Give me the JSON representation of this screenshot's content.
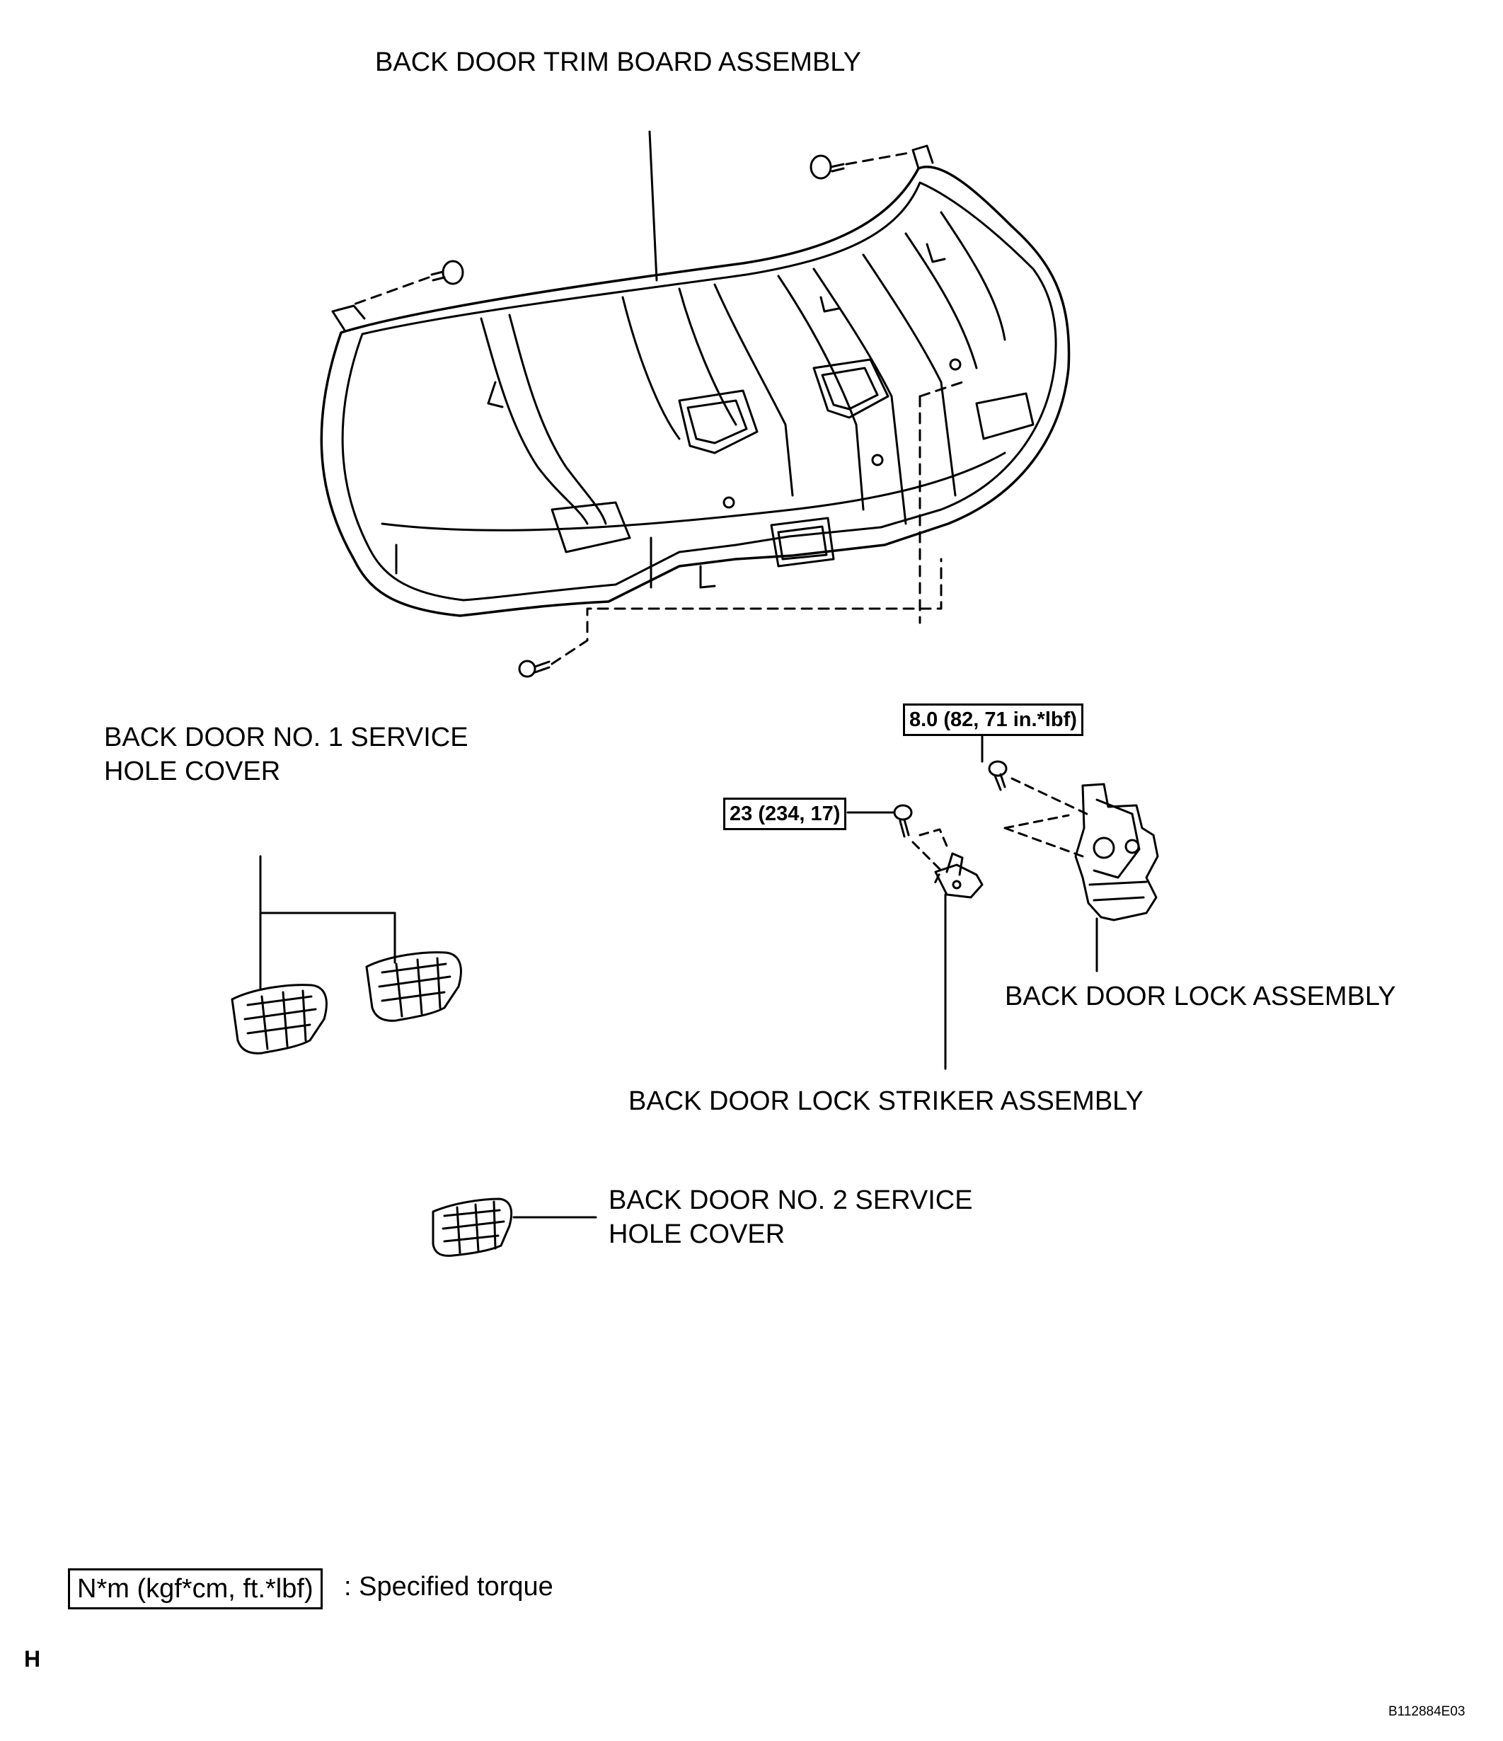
{
  "labels": {
    "trim_board": "BACK DOOR TRIM BOARD ASSEMBLY",
    "hole_cover_1_line1": "BACK DOOR NO. 1 SERVICE",
    "hole_cover_1_line2": "HOLE COVER",
    "lock_assembly": "BACK DOOR LOCK ASSEMBLY",
    "striker_assembly": "BACK DOOR LOCK STRIKER ASSEMBLY",
    "hole_cover_2_line1": "BACK DOOR NO. 2 SERVICE",
    "hole_cover_2_line2": "HOLE COVER"
  },
  "torque": {
    "lock_bolt": "8.0 (82, 71 in.*lbf)",
    "striker_bolt": "23 (234, 17)"
  },
  "legend": {
    "box": "N*m (kgf*cm, ft.*lbf)",
    "text": ": Specified torque"
  },
  "footer": {
    "section": "H",
    "figure_id": "B112884E03"
  }
}
